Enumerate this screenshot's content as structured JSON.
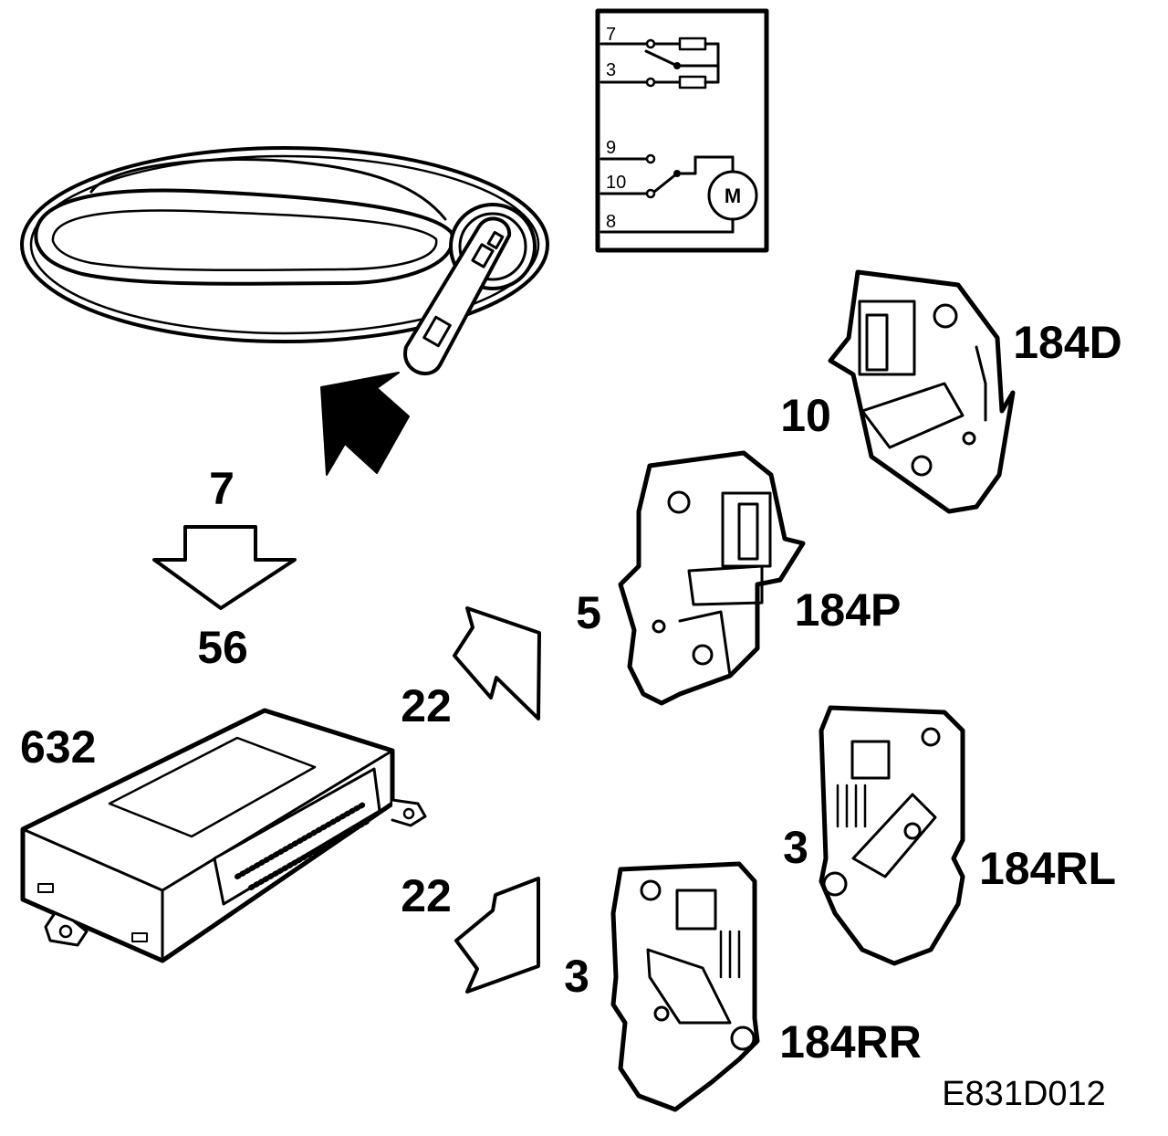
{
  "schematic": {
    "pins": [
      "7",
      "3",
      "9",
      "10",
      "8"
    ],
    "motor_symbol": "M"
  },
  "labels": {
    "arrow_top": "7",
    "arrow_bottom": "56",
    "module": "632",
    "path_upper": "22",
    "path_lower": "22",
    "lock_d": "184D",
    "lock_d_pins": "10",
    "lock_p": "184P",
    "lock_p_pins": "5",
    "lock_rl": "184RL",
    "lock_rl_pins": "3",
    "lock_rr": "184RR",
    "lock_rr_pins": "3"
  },
  "figure_code": "E831D012"
}
